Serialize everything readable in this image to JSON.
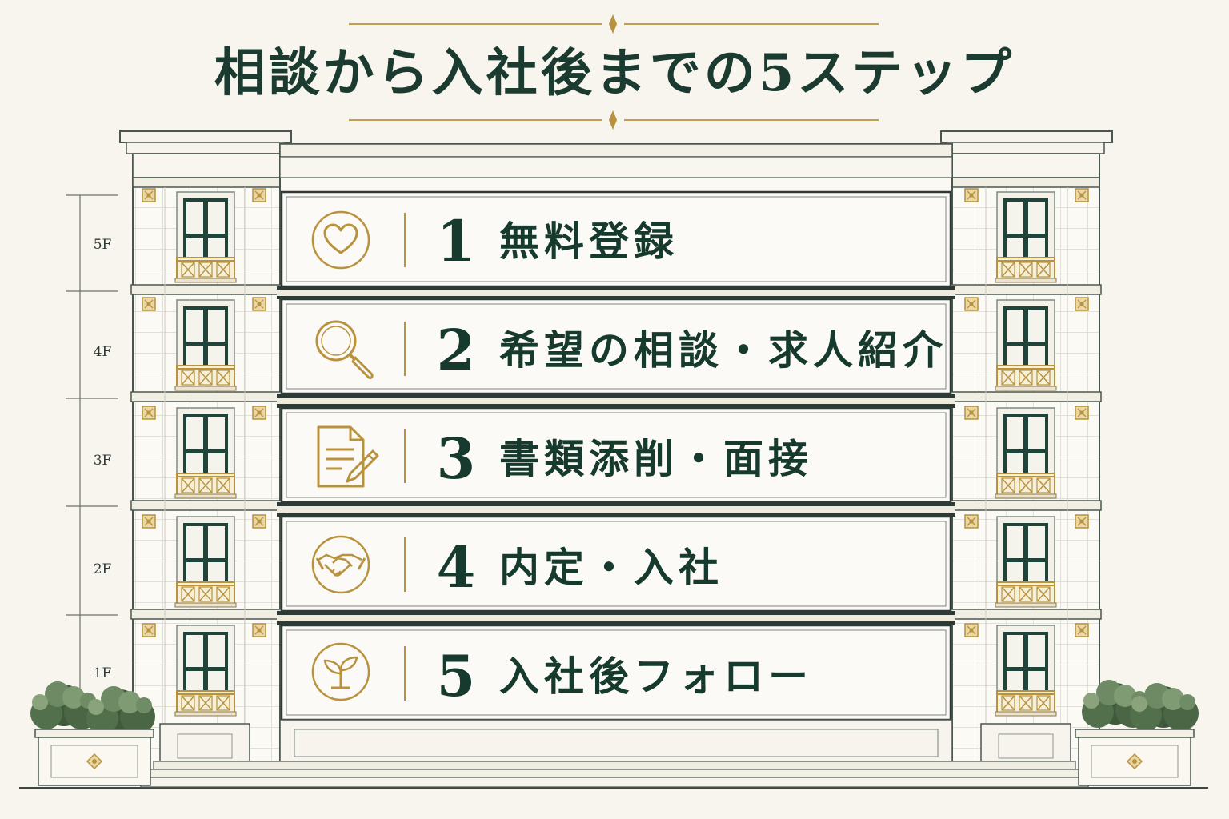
{
  "title": "相談から入社後までの5ステップ",
  "floors": [
    "5F",
    "4F",
    "3F",
    "2F",
    "1F"
  ],
  "steps": [
    {
      "number": "1",
      "label": "無料登録",
      "icon": "heart-icon"
    },
    {
      "number": "2",
      "label": "希望の相談・求人紹介",
      "icon": "magnifier-icon"
    },
    {
      "number": "3",
      "label": "書類添削・面接",
      "icon": "document-pen-icon"
    },
    {
      "number": "4",
      "label": "内定・入社",
      "icon": "handshake-icon"
    },
    {
      "number": "5",
      "label": "入社後フォロー",
      "icon": "sprout-icon"
    }
  ],
  "colors": {
    "background": "#f7f5ee",
    "green": "#1c3b30",
    "gold": "#b8923c",
    "stone": "#fbfaf5",
    "line": "#4a5650"
  }
}
